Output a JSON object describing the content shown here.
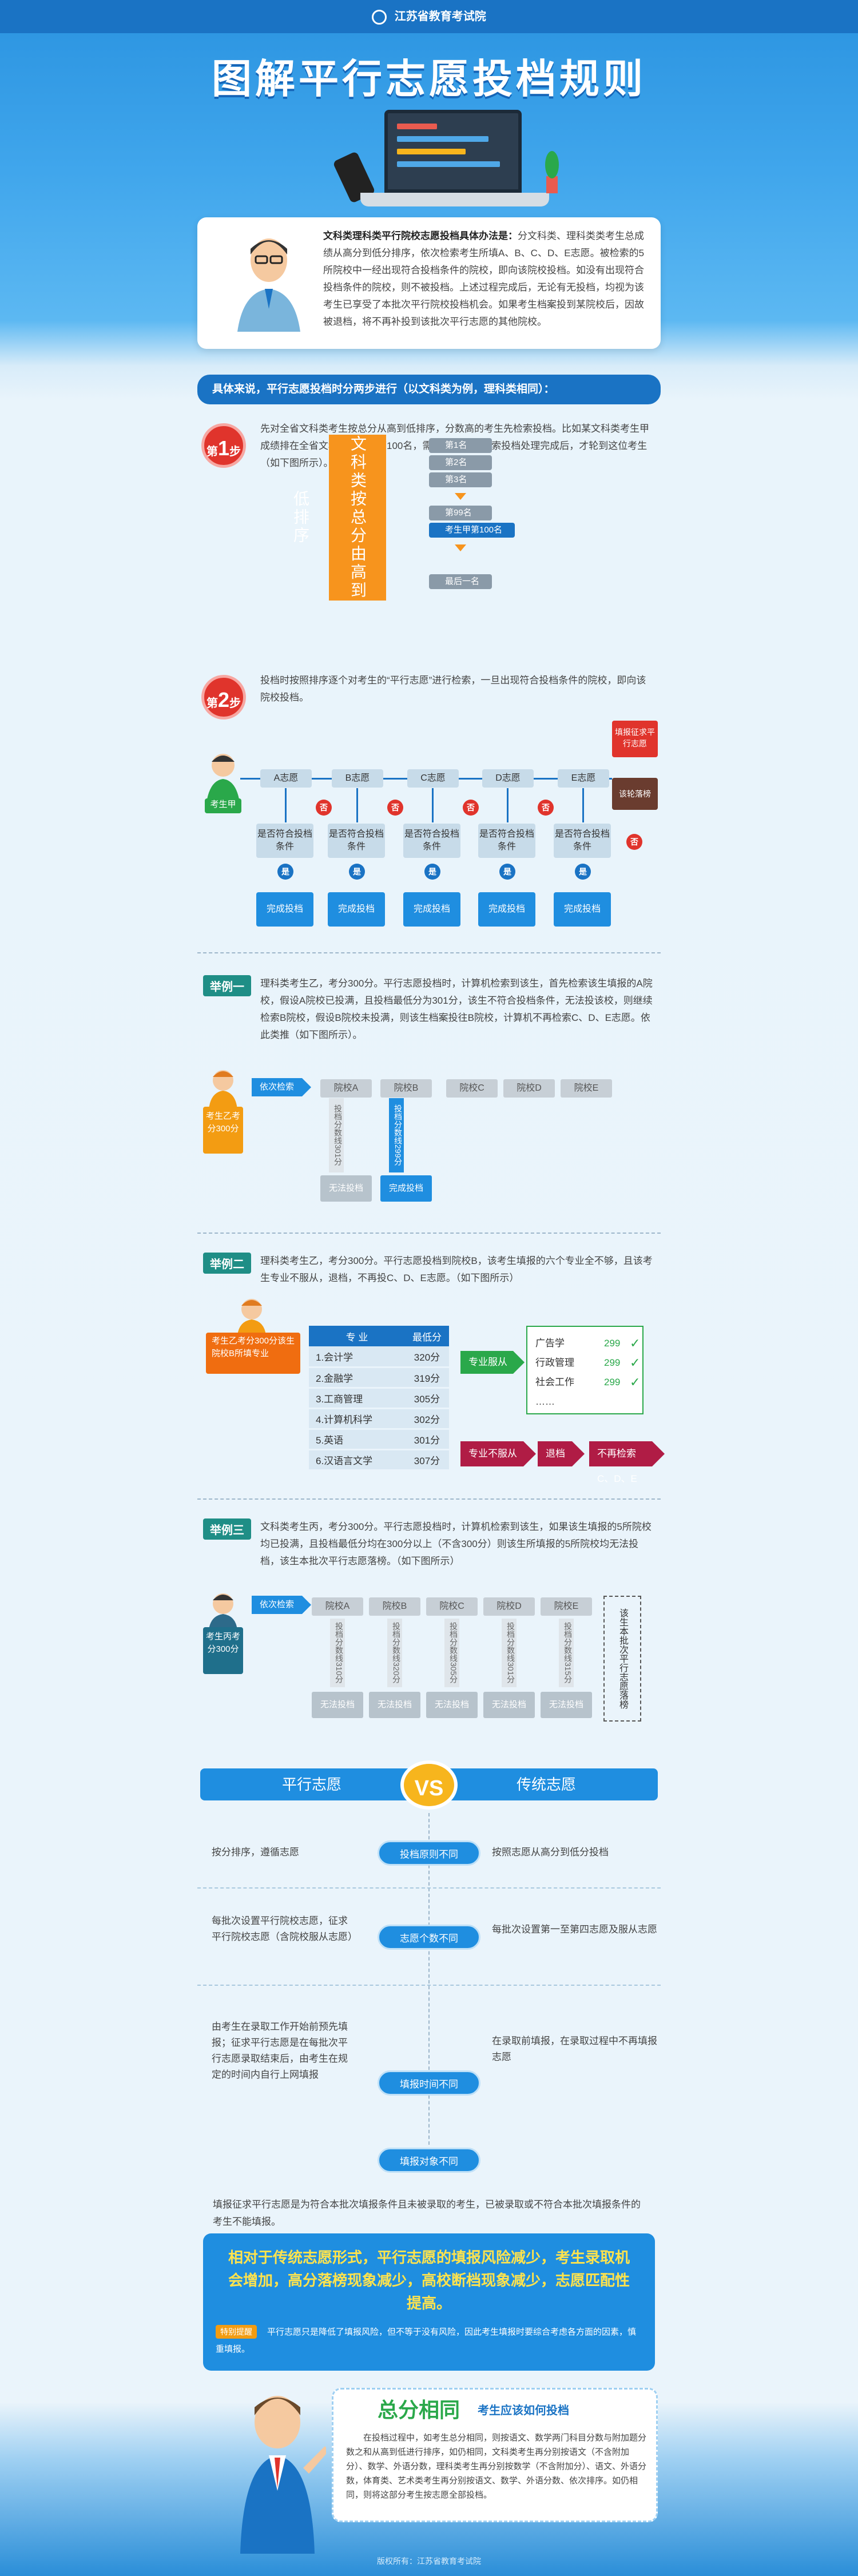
{
  "header": {
    "brand": "江苏省教育考试院",
    "title": "图解平行志愿投档规则"
  },
  "intro": {
    "lead": "文科类理科类平行院校志愿投档具体办法是：",
    "text": "分文科类、理科类类考生总成绩从高分到低分排序，依次检索考生所填A、B、C、D、E志愿。被检索的5所院校中一经出现符合投档条件的院校，即向该院校投档。如没有出现符合投档条件的院校，则不被投档。上述过程完成后，无论有无投档，均视为该考生已享受了本批次平行院校投档机会。如果考生档案投到某院校后，因故被退档，将不再补投到该批次平行志愿的其他院校。"
  },
  "section": {
    "header": "具体来说，平行志愿投档时分两步进行（以文科类为例，理科类相同）：",
    "step_prefix": "第",
    "step_suffix": "步",
    "step1_num": "1",
    "step2_num": "2",
    "step1_text": "先对全省文科类考生按总分从高到低排序，分数高的考生先检索投档。比如某文科类考生甲成绩排在全省文科类考生的第100名，需要前面99人检索投档处理完成后，才轮到这位考生（如下图所示）。",
    "step2_text": "投档时按照排序逐个对考生的“平行志愿”进行检索，一旦出现符合投档条件的院校，即向该院校投档。"
  },
  "ranking": {
    "vert_label": "文科类按总分由高到低排序",
    "items": [
      "第1名",
      "第2名",
      "第3名",
      "第99名",
      "考生甲第100名",
      "最后一名"
    ]
  },
  "flow": {
    "student": "考生甲",
    "volunteers": [
      "A志愿",
      "B志愿",
      "C志愿",
      "D志愿",
      "E志愿"
    ],
    "check": "是否符合投档条件",
    "done": "完成投档",
    "yes": "是",
    "no": "否",
    "fill": "填报征求平行志愿",
    "fail": "该轮落榜"
  },
  "case1": {
    "tag": "举例一",
    "text": "理科类考生乙，考分300分。平行志愿投档时，计算机检索到该生，首先检索该生填报的A院校，假设A院校已投满，且投档最低分为301分，该生不符合投档条件，无法投该校，则继续检索B院校，假设B院校未投满，则该生档案投往B院校，计算机不再检索C、D、E志愿。依此类推（如下图所示）。",
    "student": "考生乙考分300分",
    "search": "依次检索",
    "schools": [
      "院校A",
      "院校B",
      "院校C",
      "院校D",
      "院校E"
    ],
    "a_line": "投档分数线301分",
    "b_line": "投档分数线299分",
    "fail": "无法投档",
    "ok": "完成投档"
  },
  "case2": {
    "tag": "举例二",
    "text": "理科类考生乙，考分300分。平行志愿投档到院校B，该考生填报的六个专业全不够，且该考生专业不服从，退档，不再投C、D、E志愿。（如下图所示）",
    "student": "考生乙考分300分该生院校B所填专业",
    "table_head": [
      "专  业",
      "最低分"
    ],
    "majors": [
      [
        "1.会计学",
        "320分"
      ],
      [
        "2.金融学",
        "319分"
      ],
      [
        "3.工商管理",
        "305分"
      ],
      [
        "4.计算机科学",
        "302分"
      ],
      [
        "5.英语",
        "301分"
      ],
      [
        "6.汉语言文学",
        "307分"
      ]
    ],
    "obey": "专业服从",
    "not_obey": "专业不服从",
    "reject": "退档",
    "no_more": "不再检索C、D、E",
    "alt": [
      [
        "广告学",
        "299"
      ],
      [
        "行政管理",
        "299"
      ],
      [
        "社会工作",
        "299"
      ]
    ],
    "alt_more": "……"
  },
  "case3": {
    "tag": "举例三",
    "text": "文科类考生丙，考分300分。平行志愿投档时，计算机检索到该生，如果该生填报的5所院校均已投满，且投档最低分均在300分以上（不含300分）则该生所填报的5所院校均无法投档，该生本批次平行志愿落榜。（如下图所示）",
    "student": "考生丙考分300分",
    "search": "依次检索",
    "schools": [
      "院校A",
      "院校B",
      "院校C",
      "院校D",
      "院校E"
    ],
    "lines": [
      "投档分数线310分",
      "投档分数线320分",
      "投档分数线305分",
      "投档分数线301分",
      "投档分数线315分"
    ],
    "fail": "无法投档",
    "result": "该生本批次平行志愿落榜"
  },
  "compare": {
    "left": "平行志愿",
    "right": "传统志愿",
    "vs": "VS",
    "rows": [
      {
        "mid": "投档原则不同",
        "l": "按分排序，遵循志愿",
        "r": "按照志愿从高分到低分投档"
      },
      {
        "mid": "志愿个数不同",
        "l": "每批次设置平行院校志愿，征求平行院校志愿（含院校服从志愿）",
        "r": "每批次设置第一至第四志愿及服从志愿"
      },
      {
        "mid": "填报时间不同",
        "l": "由考生在录取工作开始前预先填报；征求平行志愿是在每批次平行志愿录取结束后，由考生在规定的时间内自行上网填报",
        "r": "在录取前填报，在录取过程中不再填报志愿"
      },
      {
        "mid": "填报对象不同",
        "l": "",
        "r": ""
      }
    ],
    "note": "填报征求平行志愿是为符合本批次填报条件且未被录取的考生，已被录取或不符合本批次填报条件的考生不能填报。"
  },
  "summary": {
    "big": "相对于传统志愿形式，平行志愿的填报风险减少，考生录取机会增加，高分落榜现象减少，高校断档现象减少，志愿匹配性提高。",
    "tip_label": "特别提醒",
    "tip": "平行志愿只是降低了填报风险，但不等于没有风险，因此考生填报时要综合考虑各方面的因素，慎重填报。"
  },
  "bottom": {
    "title": "总分相同",
    "subtitle": "考生应该如何投档",
    "text": "在投档过程中，如考生总分相同，则按语文、数学两门科目分数与附加题分数之和从高到低进行排序，如仍相同，文科类考生再分别按语文（不含附加分）、数学、外语分数，理科类考生再分别按数学（不含附加分）、语文、外语分数，体育类、艺术类考生再分别按语文、数学、外语分数、依次排序。如仍相同，则将这部分考生按志愿全部投档。"
  },
  "footer": "版权所有：江苏省教育考试院",
  "colors": {
    "primary": "#1a73c4",
    "accent_orange": "#f7941d",
    "red": "#e0342c",
    "green": "#2aa84a"
  }
}
